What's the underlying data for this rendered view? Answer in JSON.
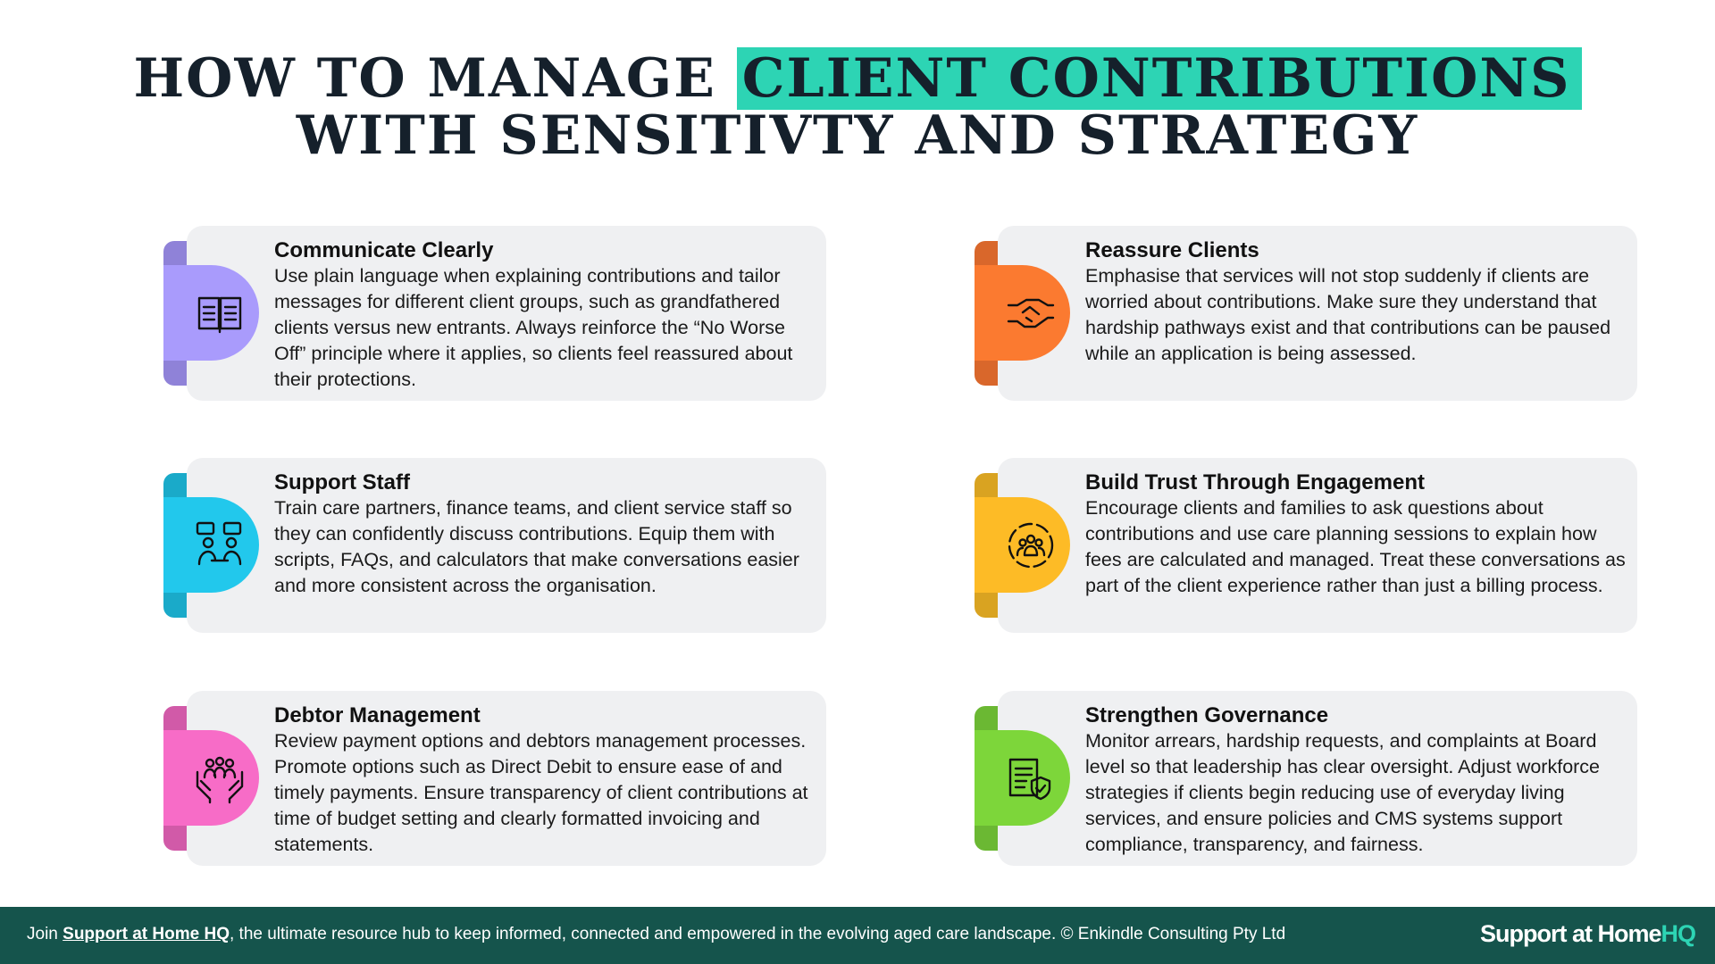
{
  "title": {
    "line1_prefix": "HOW TO MANAGE",
    "line1_highlight": "CLIENT CONTRIBUTIONS",
    "line2": "WITH SENSITIVTY AND STRATEGY",
    "highlight_color": "#2dd4b4"
  },
  "cards": [
    {
      "heading": "Communicate Clearly",
      "body": "Use plain language when explaining contributions and tailor messages for different client groups, such as grandfathered clients versus new entrants. Always reinforce the “No Worse Off” principle where it applies, so clients feel reassured about their protections.",
      "icon": "open-book-icon",
      "color": "#a99bfc",
      "tab_color": "#8f82d8"
    },
    {
      "heading": "Reassure Clients",
      "body": "Emphasise that services will not stop suddenly if clients are worried about contributions. Make sure they understand that hardship pathways exist and that contributions can be paused while an application is being assessed.",
      "icon": "handshake-icon",
      "color": "#fb7a30",
      "tab_color": "#d9672b"
    },
    {
      "heading": "Support Staff",
      "body": "Train care partners, finance teams, and client service staff so they can confidently discuss contributions. Equip them with scripts, FAQs, and calculators that make conversations easier and more consistent across the organisation.",
      "icon": "conversation-icon",
      "color": "#22c8ec",
      "tab_color": "#1aaac9"
    },
    {
      "heading": "Build Trust Through Engagement",
      "body": "Encourage clients and families to ask questions about contributions and use care planning sessions to explain how fees are calculated and managed. Treat these conversations as part of the client experience rather than just a billing process.",
      "icon": "group-cycle-icon",
      "color": "#fdbb26",
      "tab_color": "#d9a321"
    },
    {
      "heading": "Debtor Management",
      "body": "Review payment options and debtors management processes. Promote options such as Direct Debit to ensure ease of and timely payments. Ensure transparency of client contributions at time of budget setting and clearly formatted invoicing and statements.",
      "icon": "hands-people-icon",
      "color": "#f76cc7",
      "tab_color": "#d15aa8"
    },
    {
      "heading": "Strengthen Governance",
      "body": "Monitor arrears, hardship requests, and complaints at Board level so that leadership has clear oversight. Adjust workforce strategies if clients begin reducing use of everyday living services, and ensure policies and CMS systems support compliance, transparency, and fairness.",
      "icon": "document-shield-icon",
      "color": "#7dd63a",
      "tab_color": "#6bb833"
    }
  ],
  "footer": {
    "join": "Join ",
    "link": "Support at Home HQ",
    "rest": ", the ultimate resource hub to keep informed, connected and empowered in the evolving aged care landscape.  © Enkindle Consulting Pty Ltd",
    "brand_main": "Support at Home",
    "brand_accent": "HQ",
    "bg_color": "#15544c"
  }
}
